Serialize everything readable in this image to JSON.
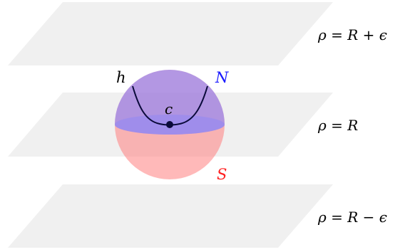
{
  "planes": [
    {
      "label": "ρ = R + ϵ"
    },
    {
      "label": "ρ = R"
    },
    {
      "label": "ρ = R − ϵ"
    }
  ],
  "sphere": {
    "north_label": "N",
    "south_label": "S",
    "curve_label": "h",
    "center_label": "c"
  },
  "colors": {
    "plane_fill": "#f0f0f0",
    "north": "#8080ff",
    "south": "#ff8080",
    "north_label": "#1a1aff",
    "south_label": "#ff2020",
    "curve": "#0a0a3a"
  }
}
